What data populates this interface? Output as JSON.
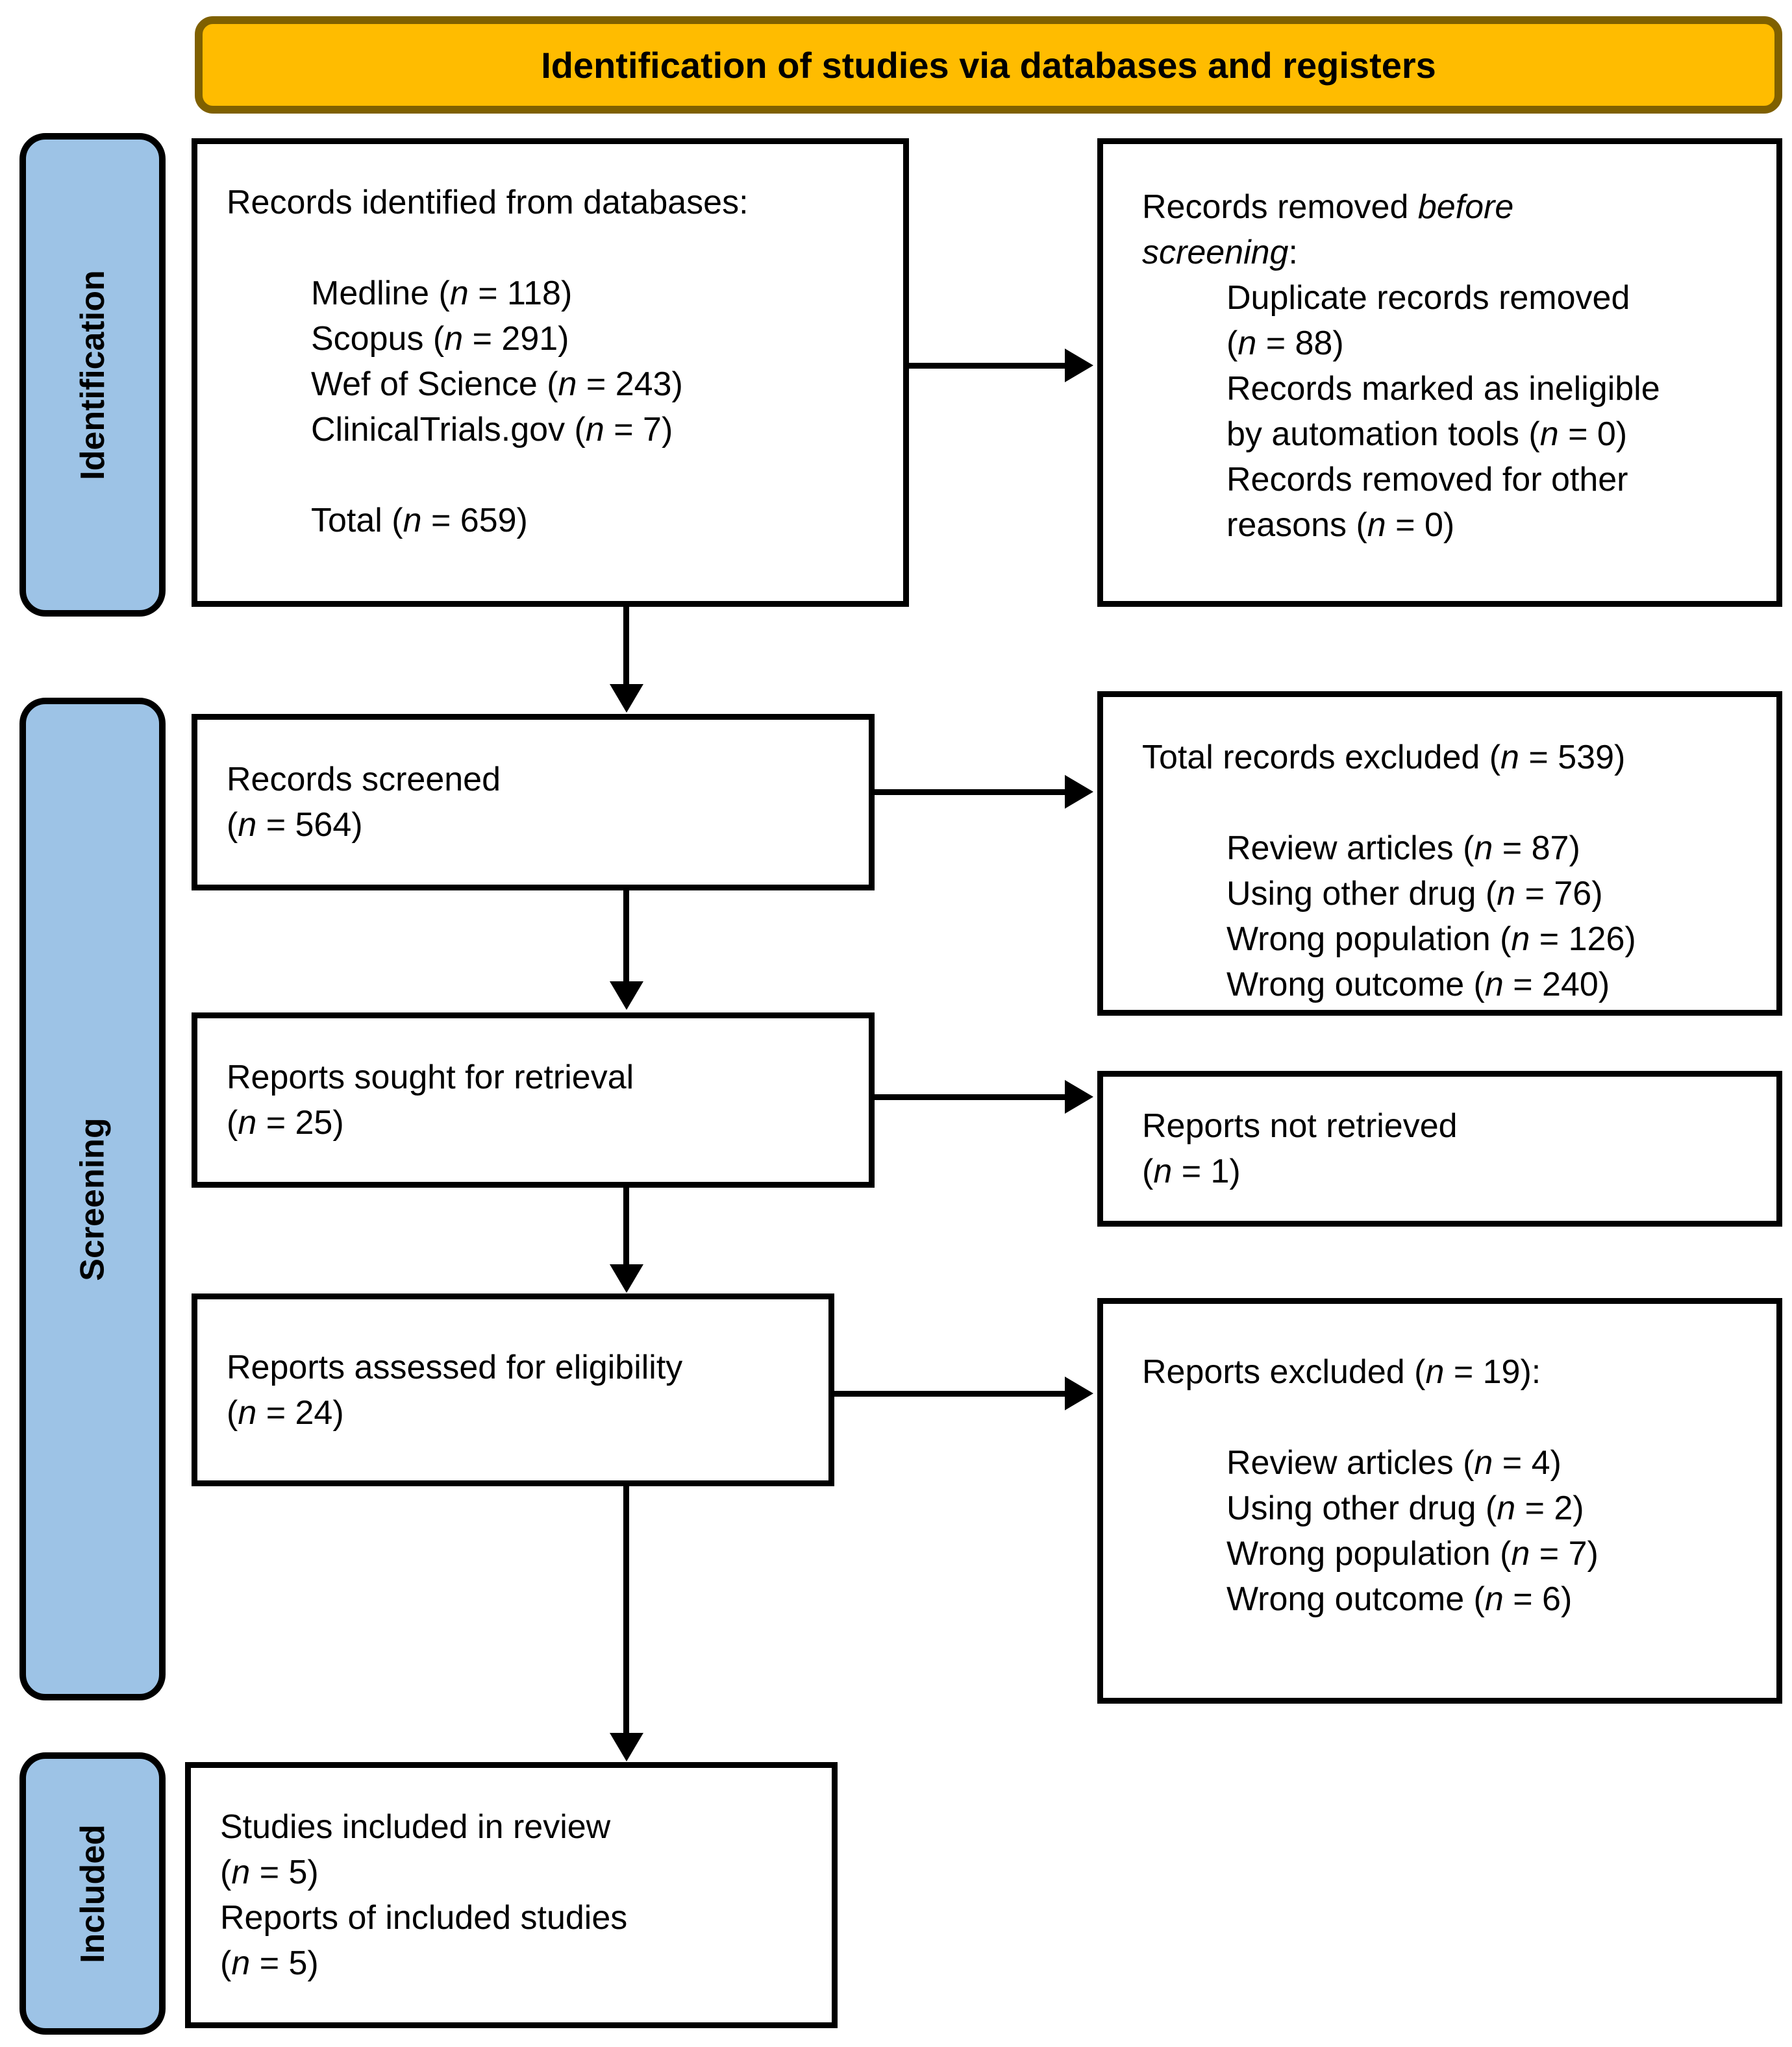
{
  "banner": {
    "label": "Identification of studies via databases and registers",
    "fill": "#FFBC00",
    "border": "#7F6000"
  },
  "sidebar": {
    "fill": "#9DC3E6",
    "items": [
      {
        "label": "Identification"
      },
      {
        "label": "Screening"
      },
      {
        "label": "Included"
      }
    ]
  },
  "boxes": {
    "identified": {
      "lines": [
        {
          "t": "Records identified from databases:",
          "ind": 0
        },
        {
          "t": "",
          "ind": 0
        },
        {
          "t": "Medline (*n* = 118)",
          "ind": 1
        },
        {
          "t": "Scopus (*n* = 291)",
          "ind": 1
        },
        {
          "t": "Wef of Science (*n* = 243)",
          "ind": 1
        },
        {
          "t": "ClinicalTrials.gov (*n* = 7)",
          "ind": 1
        },
        {
          "t": "",
          "ind": 0
        },
        {
          "t": "Total (*n* = 659)",
          "ind": 1
        }
      ]
    },
    "removed_before_screening": {
      "lines": [
        {
          "t": "Records removed *before*",
          "ind": 0
        },
        {
          "t": "*screening*:",
          "ind": 0
        },
        {
          "t": "Duplicate records removed",
          "ind": 1
        },
        {
          "t": "(*n* = 88)",
          "ind": 1
        },
        {
          "t": "Records marked as ineligible",
          "ind": 1
        },
        {
          "t": "by automation tools (*n* = 0)",
          "ind": 1
        },
        {
          "t": "Records removed for other",
          "ind": 1
        },
        {
          "t": "reasons (*n* = 0)",
          "ind": 1
        }
      ]
    },
    "screened": {
      "lines": [
        {
          "t": "Records screened",
          "ind": 0
        },
        {
          "t": "(*n* = 564)",
          "ind": 0
        }
      ]
    },
    "total_excluded": {
      "lines": [
        {
          "t": "Total records excluded (*n* = 539)",
          "ind": 0
        },
        {
          "t": "",
          "ind": 0
        },
        {
          "t": "Review articles (*n* = 87)",
          "ind": 1
        },
        {
          "t": "Using other drug (*n* = 76)",
          "ind": 1
        },
        {
          "t": "Wrong population (*n* = 126)",
          "ind": 1
        },
        {
          "t": "Wrong outcome (*n* = 240)",
          "ind": 1
        }
      ]
    },
    "sought": {
      "lines": [
        {
          "t": "Reports sought for retrieval",
          "ind": 0
        },
        {
          "t": "(*n* = 25)",
          "ind": 0
        }
      ]
    },
    "not_retrieved": {
      "lines": [
        {
          "t": "Reports not retrieved",
          "ind": 0
        },
        {
          "t": "(*n* = 1)",
          "ind": 0
        }
      ]
    },
    "assessed": {
      "lines": [
        {
          "t": "Reports assessed for eligibility",
          "ind": 0
        },
        {
          "t": "(*n* = 24)",
          "ind": 0
        }
      ]
    },
    "reports_excluded": {
      "lines": [
        {
          "t": "Reports excluded (*n* = 19):",
          "ind": 0
        },
        {
          "t": "",
          "ind": 0
        },
        {
          "t": "Review articles (*n* = 4)",
          "ind": 1
        },
        {
          "t": "Using other drug (*n* = 2)",
          "ind": 1
        },
        {
          "t": "Wrong population (*n* = 7)",
          "ind": 1
        },
        {
          "t": "Wrong outcome (*n* = 6)",
          "ind": 1
        }
      ]
    },
    "included": {
      "lines": [
        {
          "t": "Studies included in review",
          "ind": 0
        },
        {
          "t": "(*n* = 5)",
          "ind": 0
        },
        {
          "t": "Reports of included studies",
          "ind": 0
        },
        {
          "t": "(*n* = 5)",
          "ind": 0
        }
      ]
    }
  }
}
